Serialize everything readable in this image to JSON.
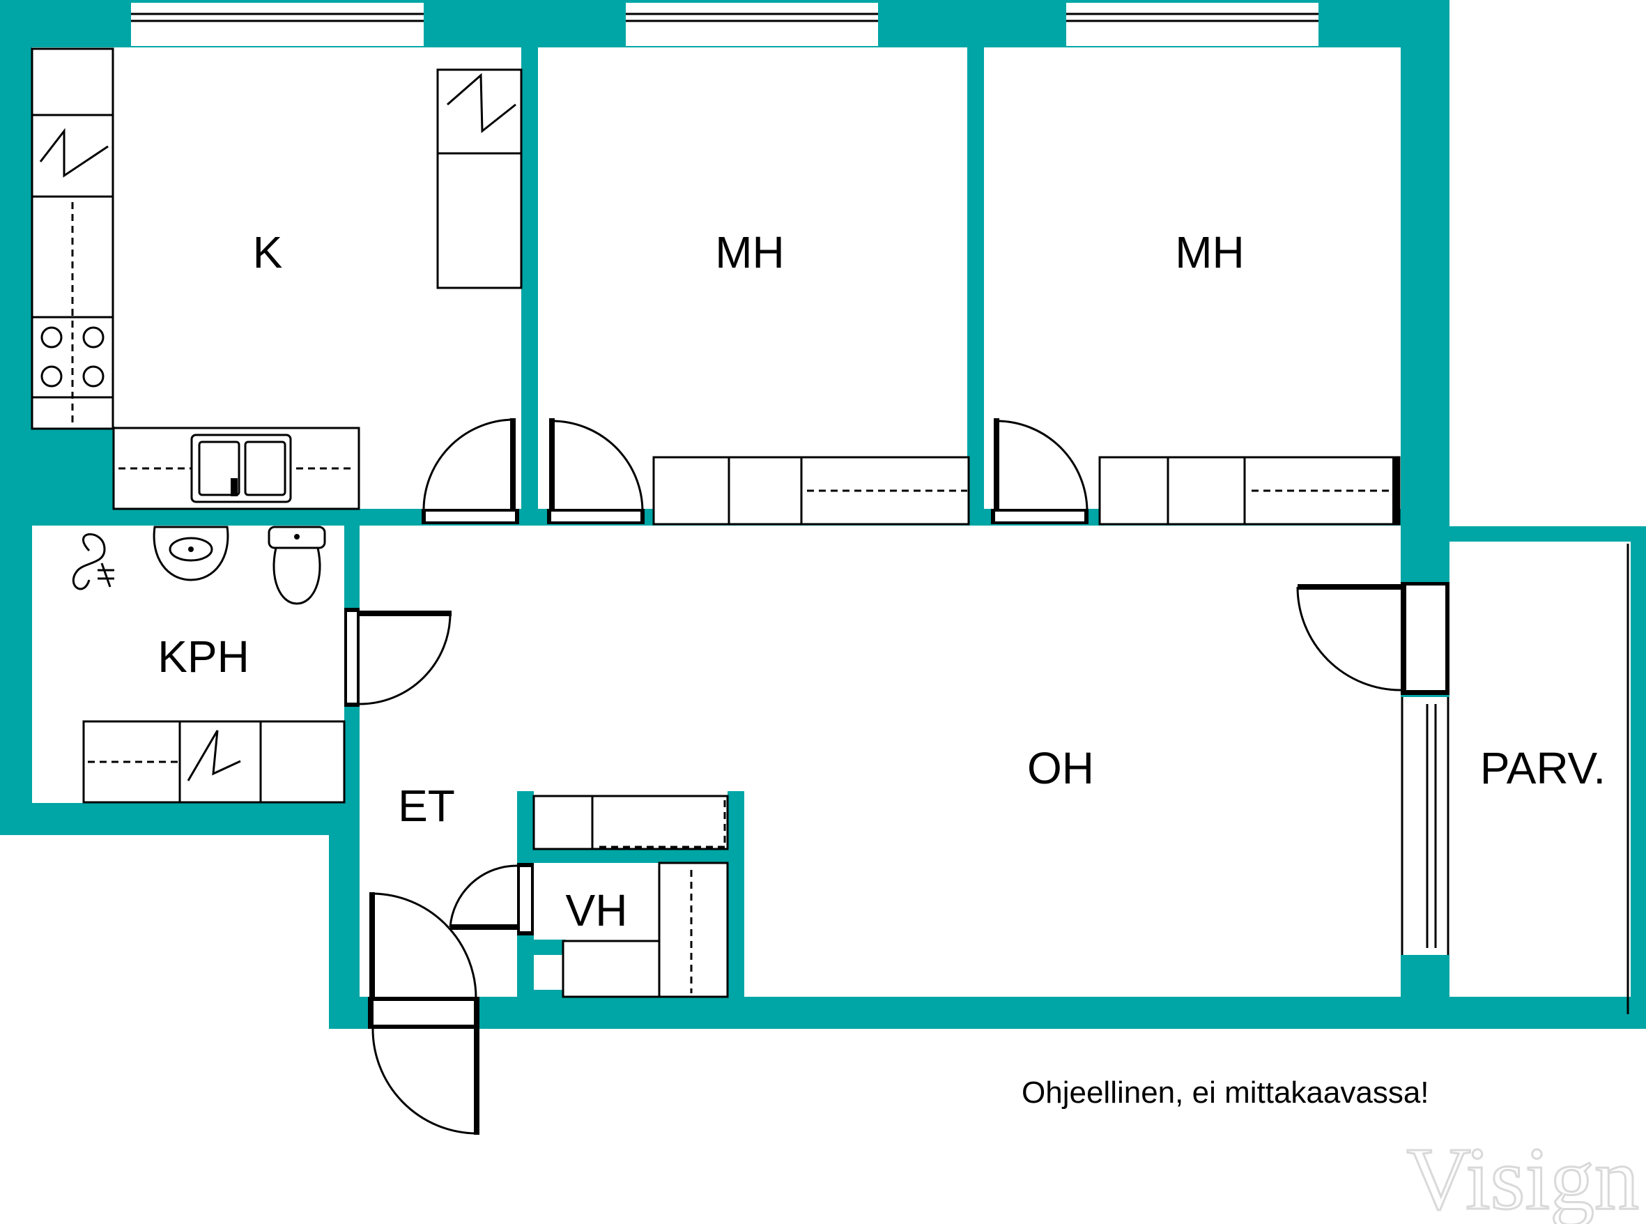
{
  "rooms": {
    "kitchen": "K",
    "bedroom_1": "MH",
    "bedroom_2": "MH",
    "bathroom": "KPH",
    "living_room": "OH",
    "balcony": "PARV.",
    "entrance_hall": "ET",
    "walk_in_closet": "VH"
  },
  "note": "Ohjeellinen, ei mittakaavassa!",
  "logo": "Visign",
  "colors": {
    "wall": "#00a5a5",
    "line": "#000000",
    "background": "#ffffff"
  }
}
